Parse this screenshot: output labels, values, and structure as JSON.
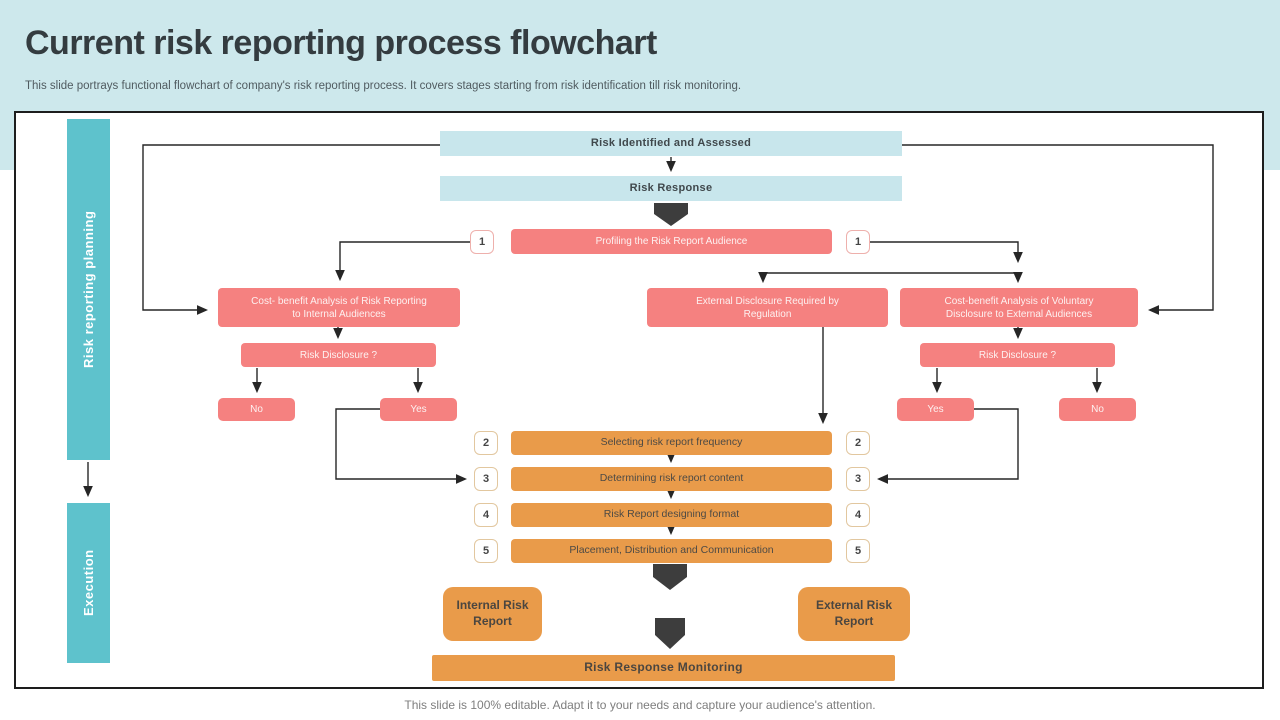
{
  "header": {
    "title": "Current risk reporting process flowchart",
    "subtitle": "This slide portrays functional flowchart of company's risk reporting process. It covers stages starting from risk identification till risk monitoring."
  },
  "footer": {
    "note": "This slide is 100% editable. Adapt it to your needs and capture your audience's attention."
  },
  "lanes": {
    "planning": "Risk reporting planning",
    "execution": "Execution"
  },
  "flow": {
    "risk_identified": "Risk Identified and Assessed",
    "risk_response": "Risk Response",
    "profiling": "Profiling the Risk Report Audience",
    "audience_badge": "1",
    "cost_benefit_internal": "Cost- benefit Analysis of Risk Reporting\nto Internal Audiences",
    "external_disclosure": "External Disclosure Required by\nRegulation",
    "cost_benefit_external": "Cost-benefit Analysis of Voluntary\nDisclosure to External Audiences",
    "risk_disclosure": "Risk Disclosure ?",
    "yes": "Yes",
    "no": "No",
    "internal_report": "Internal Risk\nReport",
    "external_report": "External Risk\nReport",
    "monitoring": "Risk Response Monitoring"
  },
  "steps": [
    {
      "num": "2",
      "label": "Selecting risk report frequency"
    },
    {
      "num": "3",
      "label": "Determining risk report content"
    },
    {
      "num": "4",
      "label": "Risk Report designing format"
    },
    {
      "num": "5",
      "label": "Placement, Distribution and Communication"
    }
  ],
  "colors": {
    "band": "#cde8ec",
    "teal": "#5ec2cc",
    "light_blue_box": "#c8e6ec",
    "salmon": "#f58180",
    "orange": "#e99b4a",
    "dark_arrow": "#3d3d3d",
    "line": "#262626"
  }
}
